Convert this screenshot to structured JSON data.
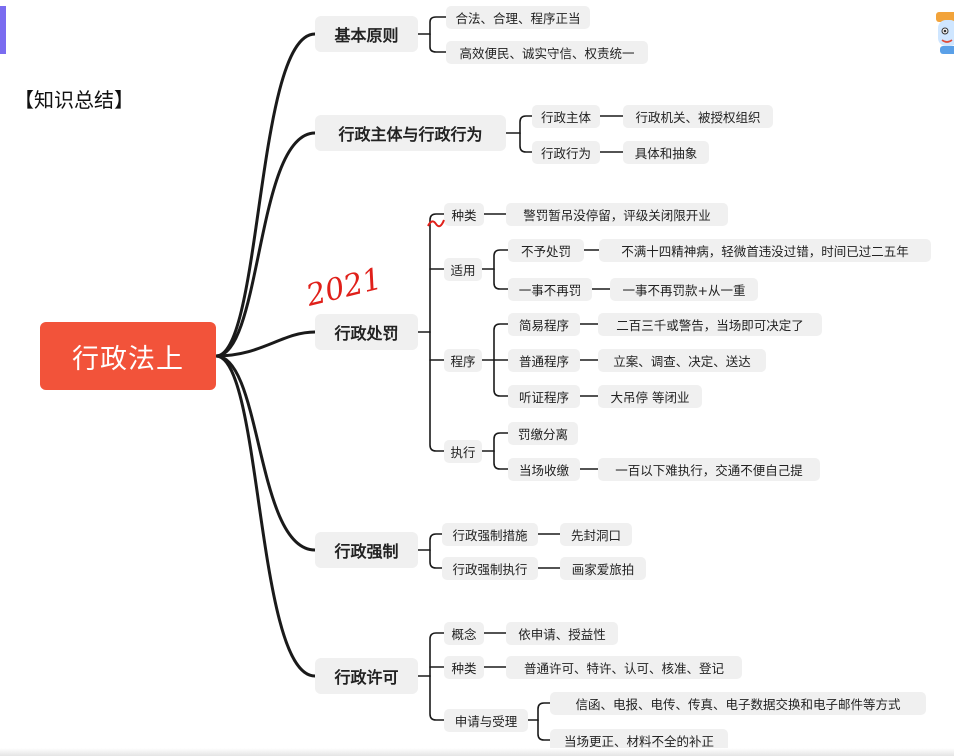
{
  "heading": "【知识总结】",
  "root": "行政法上",
  "handwritten_note": "2021",
  "colors": {
    "root_bg": "#f2533a",
    "node_bg": "#f0f0f0",
    "annotation": "#e0201a",
    "accent_bar": "#7a6cf0"
  },
  "branches": {
    "principles": {
      "label": "基本原则",
      "items": [
        "合法、合理、程序正当",
        "高效便民、诚实守信、权责统一"
      ]
    },
    "subject_act": {
      "label": "行政主体与行政行为",
      "subject": {
        "label": "行政主体",
        "detail": "行政机关、被授权组织"
      },
      "act": {
        "label": "行政行为",
        "detail": "具体和抽象"
      }
    },
    "punishment": {
      "label": "行政处罚",
      "kinds": {
        "label": "种类",
        "detail": "警罚暂吊没停留，评级关闭限开业"
      },
      "apply": {
        "label": "适用",
        "no_punish": {
          "label": "不予处罚",
          "detail": "不满十四精神病，轻微首违没过错，时间已过二五年"
        },
        "once": {
          "label": "一事不再罚",
          "detail": "一事不再罚款+从一重"
        }
      },
      "procedure": {
        "label": "程序",
        "simple": {
          "label": "简易程序",
          "detail": "二百三千或警告，当场即可决定了"
        },
        "ordinary": {
          "label": "普通程序",
          "detail": "立案、调查、决定、送达"
        },
        "hearing": {
          "label": "听证程序",
          "detail": "大吊停 等闭业"
        }
      },
      "execute": {
        "label": "执行",
        "separation": "罚缴分离",
        "onsite": {
          "label": "当场收缴",
          "detail": "一百以下难执行，交通不便自己提"
        }
      }
    },
    "enforcement": {
      "label": "行政强制",
      "measures": {
        "label": "行政强制措施",
        "detail": "先封洞口"
      },
      "execution": {
        "label": "行政强制执行",
        "detail": "画家爱旅拍"
      }
    },
    "license": {
      "label": "行政许可",
      "concept": {
        "label": "概念",
        "detail": "依申请、授益性"
      },
      "kinds": {
        "label": "种类",
        "detail": "普通许可、特许、认可、核准、登记"
      },
      "apply": {
        "label": "申请与受理",
        "ways": "信函、电报、电传、传真、电子数据交换和电子邮件等方式",
        "correction": "当场更正、材料不全的补正"
      }
    }
  }
}
